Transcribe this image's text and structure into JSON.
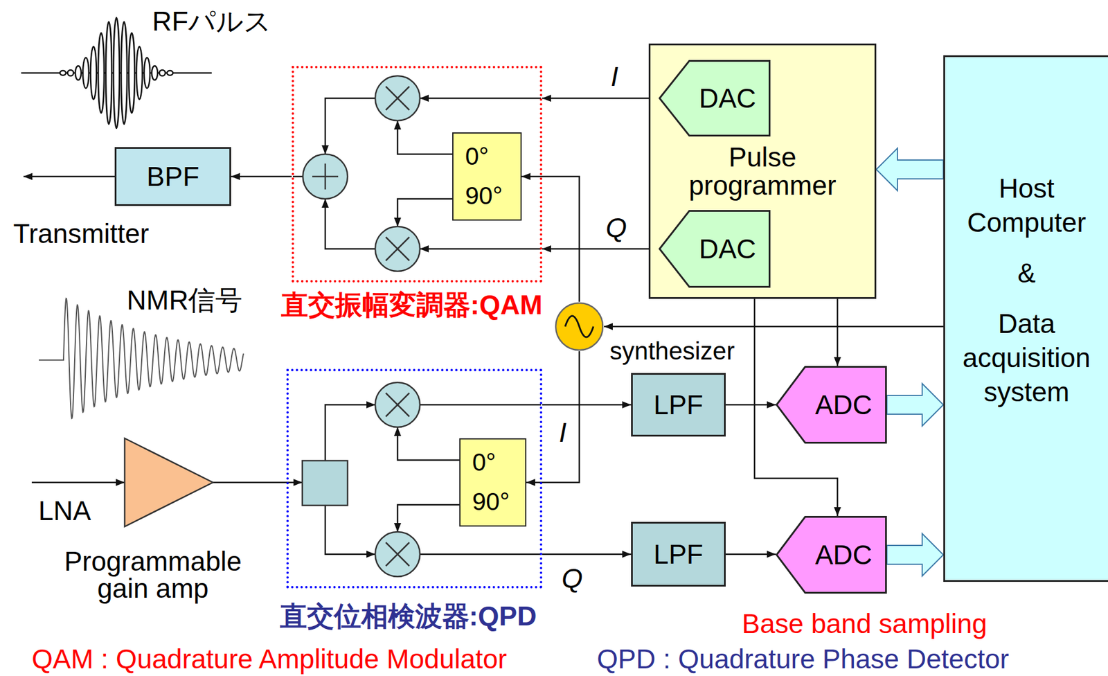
{
  "diagram": {
    "nodes": [
      {
        "text": [
          "直交振幅変調器:QAM"
        ]
      },
      {
        "text": [
          "0°",
          "90°"
        ],
        "in": 0
      },
      {
        "text": [
          "BPF"
        ]
      },
      {
        "text": [
          "Pulse programmer"
        ]
      },
      {
        "text": [
          "DAC"
        ],
        "in": 3
      },
      {
        "text": [
          "DAC"
        ],
        "in": 3
      },
      {
        "text": [
          "Host Computer",
          "&",
          "Data acquisition system"
        ]
      },
      {
        "text": [
          "synthesizer"
        ]
      },
      {
        "text": [
          "直交位相検波器:QPD"
        ]
      },
      {
        "text": [
          "0°",
          "90°"
        ],
        "in": 8
      },
      {
        "text": [
          "LPF"
        ]
      },
      {
        "text": [
          "LPF"
        ]
      },
      {
        "text": [
          "ADC"
        ]
      },
      {
        "text": [
          "ADC"
        ]
      }
    ],
    "edges": [
      {
        "from": 4,
        "to": 0,
        "arrow": "to",
        "label": "I"
      },
      {
        "from": 5,
        "to": 0,
        "arrow": "to",
        "label": "Q"
      },
      {
        "from": 0,
        "to": 2,
        "arrow": "to"
      },
      {
        "from": 6,
        "to": 3,
        "arrow": "to"
      },
      {
        "from": 6,
        "to": 7,
        "arrow": "to"
      },
      {
        "from": 7,
        "to": 1,
        "arrow": "to"
      },
      {
        "from": 7,
        "to": 9,
        "arrow": "to"
      },
      {
        "from": 8,
        "to": 10,
        "arrow": "to",
        "label": "I"
      },
      {
        "from": 8,
        "to": 11,
        "arrow": "to",
        "label": "Q"
      },
      {
        "from": 10,
        "to": 12,
        "arrow": "to"
      },
      {
        "from": 11,
        "to": 13,
        "arrow": "to"
      },
      {
        "from": 12,
        "to": 6,
        "arrow": "to"
      },
      {
        "from": 13,
        "to": 6,
        "arrow": "to"
      },
      {
        "from": 3,
        "to": 12,
        "arrow": "to"
      },
      {
        "from": 3,
        "to": 13,
        "arrow": "to"
      }
    ],
    "labels": [
      "RFパルス",
      "Transmitter",
      "NMR信号",
      "LNA",
      "Programmable gain amp",
      "Base band sampling",
      "QAM : Quadrature Amplitude Modulator",
      "QPD : Quadrature Phase Detector"
    ]
  }
}
